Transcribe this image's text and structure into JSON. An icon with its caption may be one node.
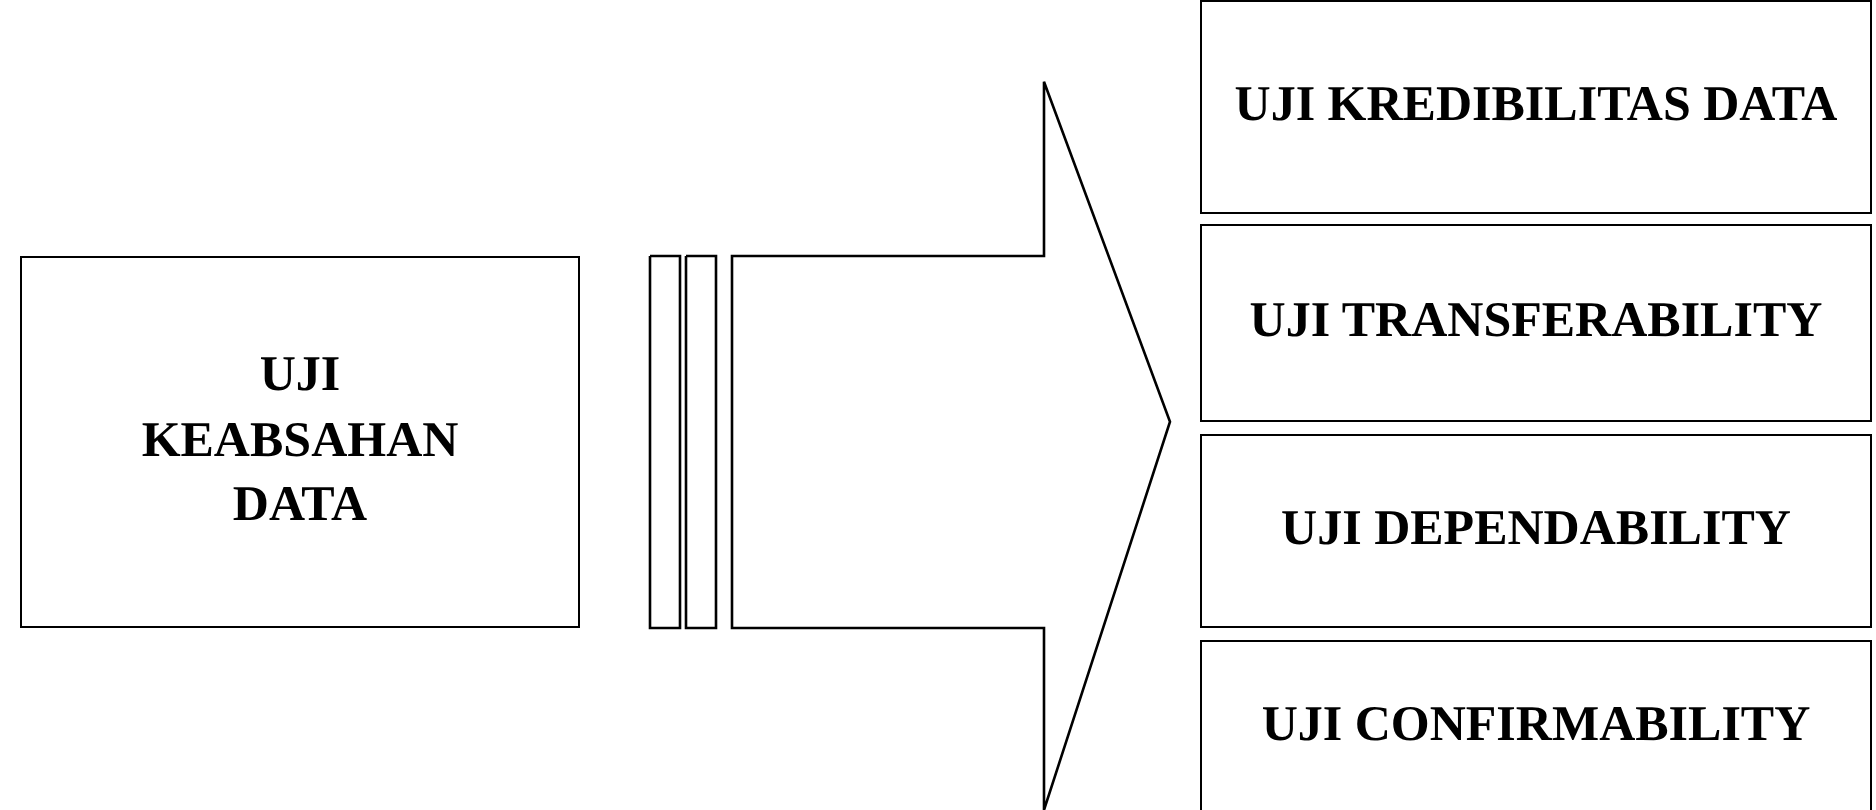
{
  "diagram": {
    "nodes": [
      {
        "text": [
          "UJI KEABSAHAN DATA"
        ]
      },
      {
        "text": [
          "UJI KREDIBILITAS DATA"
        ]
      },
      {
        "text": [
          "UJI TRANSFERABILITY"
        ]
      },
      {
        "text": [
          "UJI DEPENDABILITY"
        ]
      },
      {
        "text": [
          "UJI CONFIRMABILITY"
        ]
      }
    ],
    "edges": [
      {
        "from": 0,
        "to": 1,
        "arrow": "to"
      },
      {
        "from": 0,
        "to": 2,
        "arrow": "to"
      },
      {
        "from": 0,
        "to": 3,
        "arrow": "to"
      },
      {
        "from": 0,
        "to": 4,
        "arrow": "to"
      }
    ]
  }
}
